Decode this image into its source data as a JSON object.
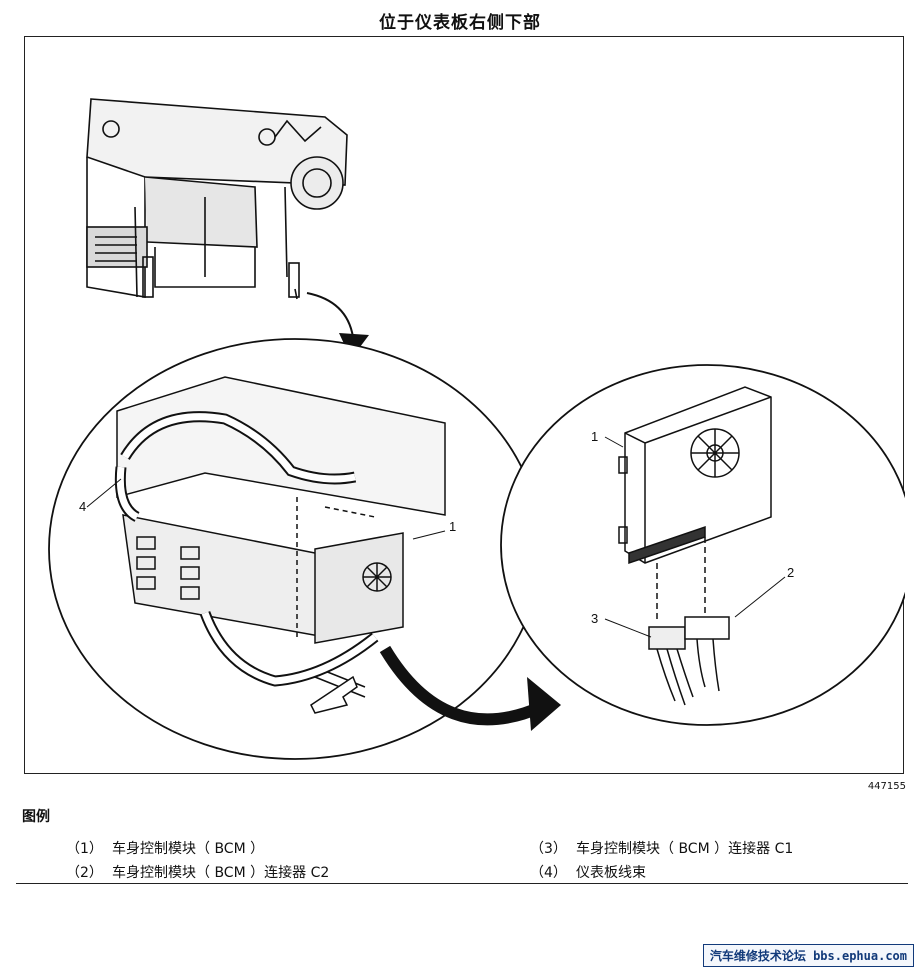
{
  "title": "位于仪表板右侧下部",
  "figure": {
    "callouts": {
      "bcm_left": "1",
      "bcm_right": "1",
      "connector_c2": "2",
      "connector_c1": "3",
      "harness": "4"
    },
    "figure_number": "447155"
  },
  "legend": {
    "heading": "图例",
    "items": [
      {
        "num": "（1）",
        "text": "车身控制模块（ BCM ）"
      },
      {
        "num": "（3）",
        "text": "车身控制模块（ BCM ）连接器 C1"
      },
      {
        "num": "（2）",
        "text": "车身控制模块（ BCM ）连接器 C2"
      },
      {
        "num": "（4）",
        "text": "仪表板线束"
      }
    ]
  },
  "watermark": "汽车维修技术论坛 bbs.ephua.com"
}
